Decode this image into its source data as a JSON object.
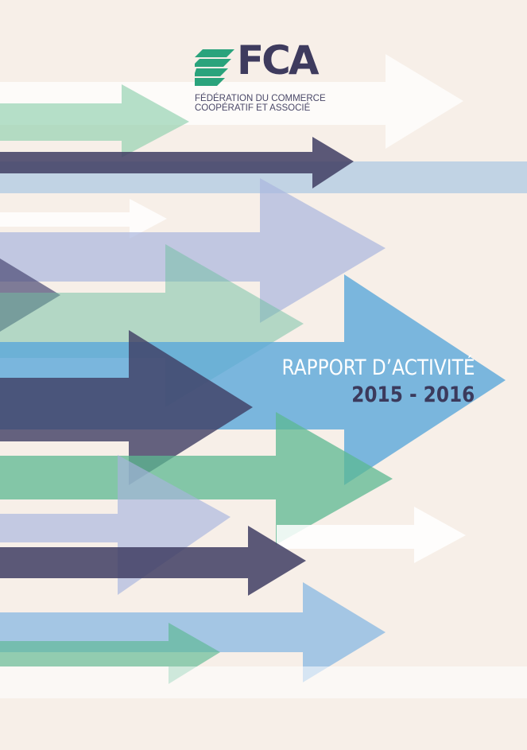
{
  "logo": {
    "acronym": "FCA",
    "line1": "FÉDÉRATION DU COMMERCE",
    "line2": "COOPÉRATIF ET ASSOCIÉ"
  },
  "report": {
    "title": "RAPPORT D’ACTIVITÉ",
    "years": "2015 - 2016"
  },
  "colors": {
    "background": "#f7efe8",
    "navy": "#3f3d63",
    "green": "#5cb892",
    "blue": "#6fb4e0",
    "lavender": "#a9b6de",
    "light_blue": "#a9c9e6",
    "white": "#ffffff"
  }
}
